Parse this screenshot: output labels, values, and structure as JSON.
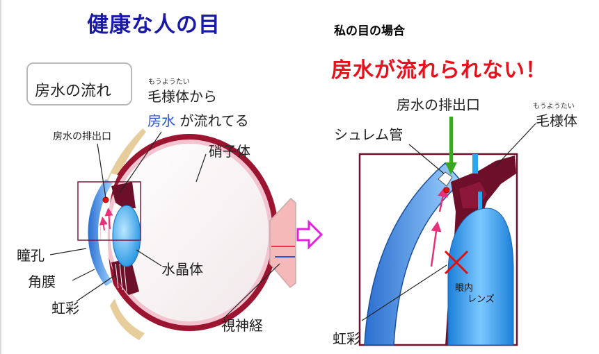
{
  "header": {
    "title_left": "健康な人の目",
    "subtitle_right": "私の目の場合",
    "alert_right": "房水が流れられない！"
  },
  "legend": {
    "label": "房水の流れ"
  },
  "left_eye": {
    "ciliary_ruby": "もうようたい",
    "ciliary_line1": "毛様体から",
    "aqueous_word": "房水",
    "ciliary_line2_rest": "が流れてる",
    "outflow_label": "房水の排出口",
    "vitreous_label": "硝子体",
    "pupil_label": "瞳孔",
    "cornea_label": "角膜",
    "iris_label": "虹彩",
    "lens_label": "水晶体",
    "optic_nerve_label": "視神経"
  },
  "right_eye": {
    "outflow_label": "房水の排出口",
    "schlemm_label": "シュレム管",
    "ciliary_ruby": "もうようたい",
    "ciliary_label": "毛様体",
    "iol_line1": "眼内",
    "iol_line2": "レンズ",
    "iris_label": "虹彩"
  },
  "colors": {
    "title_blue": "#1a1aa8",
    "alert_red": "#e8101a",
    "aqueous_flow_pink": "#e8307a",
    "cornea_blue": "#3d8fe0",
    "lens_blue": "#2aa6f0",
    "sclera_maroon": "#9b1430",
    "tissue_maroon": "#6e0f2a",
    "arrow_magenta": "#e81ee0",
    "outflow_arrow_green": "#3aa81e"
  },
  "icons": {
    "transition_arrow": "hollow-right-arrow-icon",
    "blocked_mark": "red-x-icon"
  }
}
